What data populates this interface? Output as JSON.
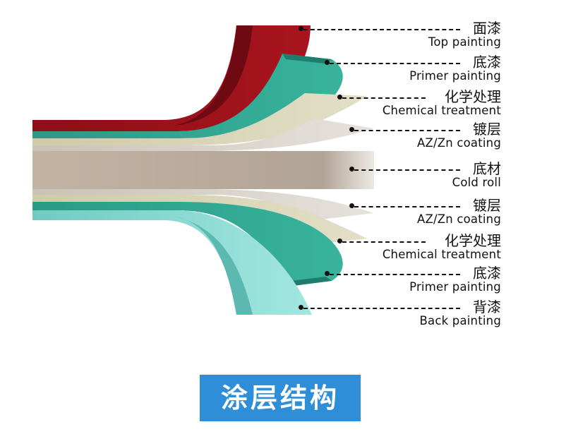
{
  "title": "涂层结构",
  "layers": [
    {
      "id": "top-paint",
      "cn": "面漆",
      "en": "Top painting",
      "color": "#931019"
    },
    {
      "id": "primer-top",
      "cn": "底漆",
      "en": "Primer painting",
      "color": "#2fa58f"
    },
    {
      "id": "chem-top",
      "cn": "化学处理",
      "en": "Chemical treatment",
      "color": "#d6d2b4"
    },
    {
      "id": "azzn-top",
      "cn": "镀层",
      "en": "AZ/Zn coating",
      "color": "#cfc8bd"
    },
    {
      "id": "cold-roll",
      "cn": "底材",
      "en": "Cold roll",
      "color": "#c6b7a8"
    },
    {
      "id": "azzn-bottom",
      "cn": "镀层",
      "en": "AZ/Zn coating",
      "color": "#cfc8bd"
    },
    {
      "id": "chem-bottom",
      "cn": "化学处理",
      "en": "Chemical treatment",
      "color": "#d6d2b4"
    },
    {
      "id": "primer-bottom",
      "cn": "底漆",
      "en": "Primer painting",
      "color": "#2fa58f"
    },
    {
      "id": "back-paint",
      "cn": "背漆",
      "en": "Back painting",
      "color": "#86d8d2"
    }
  ]
}
